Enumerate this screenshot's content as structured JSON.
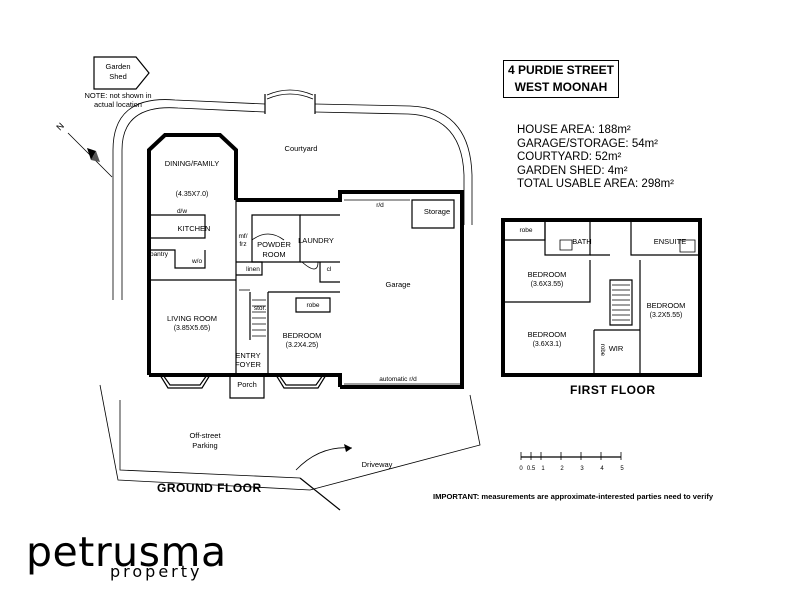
{
  "address": {
    "line1": "4 PURDIE STREET",
    "line2": "WEST MOONAH"
  },
  "stats": [
    "HOUSE AREA: 188m²",
    "GARAGE/STORAGE: 54m²",
    "COURTYARD: 52m²",
    "GARDEN SHED: 4m²",
    "TOTAL USABLE AREA: 298m²"
  ],
  "shed": {
    "label_line1": "Garden",
    "label_line2": "Shed",
    "note_line1": "NOTE: not shown in",
    "note_line2": "actual location"
  },
  "compass": {
    "label": "N"
  },
  "ground_floor": {
    "title": "GROUND FLOOR",
    "rooms": {
      "courtyard": "Courtyard",
      "dining_family": "DINING/FAMILY",
      "dining_dims": "(4.35X7.0)",
      "dw": "d/w",
      "kitchen": "KITCHEN",
      "pantry": "pantry",
      "wo": "w/o",
      "mf": "mf/",
      "frz": "frz",
      "powder_line1": "POWDER",
      "powder_line2": "ROOM",
      "laundry": "LAUNDRY",
      "linen": "linen",
      "cl": "cl",
      "garage": "Garage",
      "storage": "Storage",
      "rd": "r/d",
      "living": "LIVING ROOM",
      "living_dims": "(3.85X5.65)",
      "stor": "stor.",
      "robe": "robe",
      "bedroom": "BEDROOM",
      "bedroom_dims": "(3.2X4.25)",
      "entry_line1": "ENTRY",
      "entry_line2": "FOYER",
      "porch": "Porch",
      "auto_rd": "automatic r/d",
      "offstreet_line1": "Off-street",
      "offstreet_line2": "Parking",
      "driveway": "Driveway"
    }
  },
  "first_floor": {
    "title": "FIRST FLOOR",
    "rooms": {
      "robe": "robe",
      "bath": "BATH",
      "ensuite": "ENSUITE",
      "bed1": "BEDROOM",
      "bed1_dims": "(3.6X3.55)",
      "bed2": "BEDROOM",
      "bed2_dims": "(3.2X5.55)",
      "bed3": "BEDROOM",
      "bed3_dims": "(3.6X3.1)",
      "wir": "WIR",
      "robe_vertical": "robe"
    }
  },
  "scale": {
    "ticks": [
      "0",
      "0.5",
      "1",
      "2",
      "3",
      "4",
      "5"
    ]
  },
  "important": "IMPORTANT: measurements are approximate-interested parties need to verify",
  "brand": {
    "name": "petrusma",
    "sub": "property"
  }
}
